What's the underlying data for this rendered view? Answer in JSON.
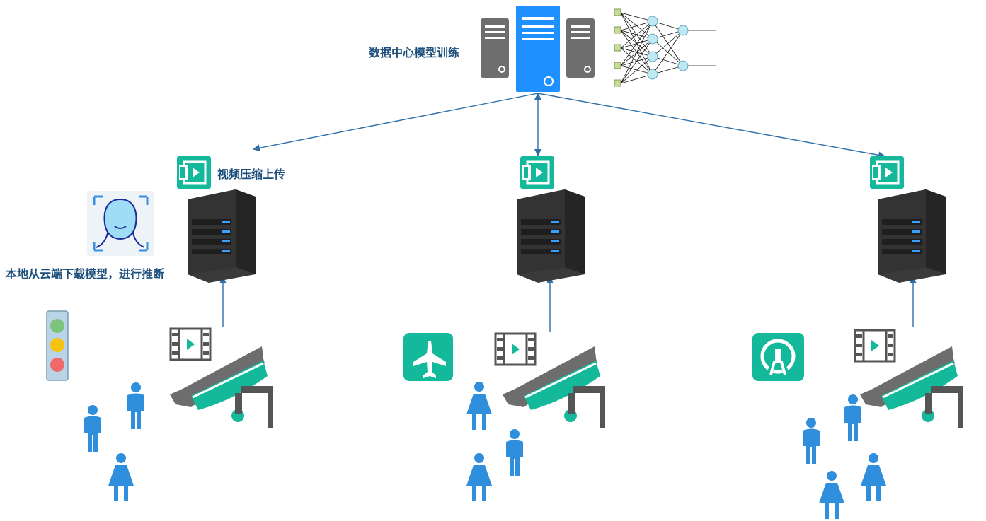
{
  "labels": {
    "datacenter": "数据中心模型训练",
    "upload": "视频压缩上传",
    "local_inference": "本地从云端下载模型，进行推断"
  },
  "icons": {
    "datacenter_servers": "server-rack-icon",
    "neural_network": "neural-network-icon",
    "video_compress": "video-compress-icon",
    "edge_server": "edge-server-icon",
    "face_recognition": "face-recognition-icon",
    "traffic_light": "traffic-light-icon",
    "airport": "airplane-icon",
    "railway": "railway-station-icon",
    "video_file": "video-file-icon",
    "camera": "surveillance-camera-icon",
    "person": "person-icon"
  },
  "colors": {
    "label_text": "#1d4f7c",
    "arrow": "#2f6fa8",
    "teal": "#14b89a",
    "person_blue": "#2f8fdc",
    "server_dark": "#2b2b2b",
    "cloud_blue": "#1e90ff"
  }
}
